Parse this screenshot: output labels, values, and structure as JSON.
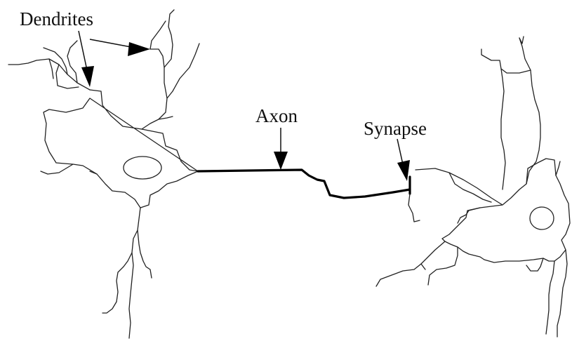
{
  "labels": {
    "dendrites": "Dendrites",
    "axon": "Axon",
    "synapse": "Synapse"
  },
  "colors": {
    "line": "#222222",
    "axon": "#000000",
    "background": "#ffffff"
  }
}
